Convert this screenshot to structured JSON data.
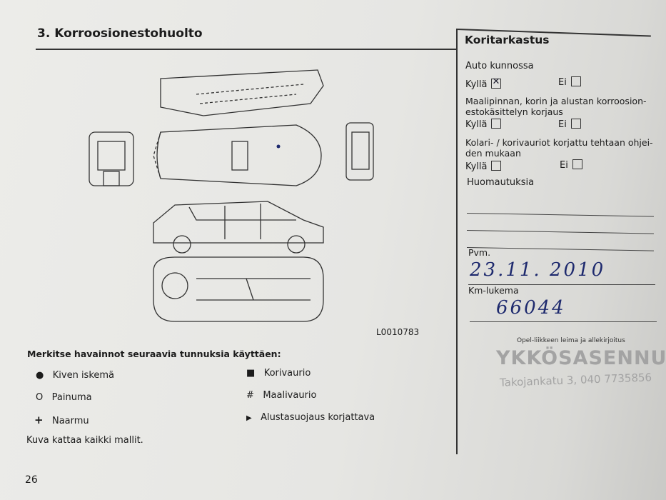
{
  "section_title": "3. Korroosionestohuolto",
  "diagram_code": "L0010783",
  "legend": {
    "heading": "Merkitse havainnot seuraavia tunnuksia käyttäen:",
    "items": [
      {
        "symbol": "●",
        "label": "Kiven iskemä"
      },
      {
        "symbol": "■",
        "label": "Korivaurio"
      },
      {
        "symbol": "O",
        "label": "Painuma"
      },
      {
        "symbol": "#",
        "label": "Maalivaurio"
      },
      {
        "symbol": "+",
        "label": "Naarmu"
      },
      {
        "symbol": "▶",
        "label": "Alustasuojaus korjattava"
      }
    ],
    "note": "Kuva kattaa kaikki mallit."
  },
  "page_number": "26",
  "inspection": {
    "title": "Koritarkastus",
    "questions": [
      {
        "text": "Auto kunnossa",
        "yes_label": "Kyllä",
        "no_label": "Ei",
        "yes_checked": true,
        "no_checked": false
      },
      {
        "text": "Maalipinnan, korin ja alustan korroosion-",
        "text2": "estokäsittelyn korjaus",
        "yes_label": "Kyllä",
        "no_label": "Ei",
        "yes_checked": false,
        "no_checked": false
      },
      {
        "text": "Kolari- / korivauriot korjattu tehtaan ohjei-",
        "text2": "den mukaan",
        "yes_label": "Kyllä",
        "no_label": "Ei",
        "yes_checked": false,
        "no_checked": false
      }
    ],
    "remarks_label": "Huomautuksia",
    "date_label": "Pvm.",
    "date_value": "23.11. 2010",
    "km_label": "Km-lukema",
    "km_value": "66044",
    "stamp_label": "Opel-liikkeen leima ja allekirjoitus",
    "stamp_name": "YKKÖSASENNUS",
    "stamp_address": "Takojankatu 3, 040  7735856"
  }
}
